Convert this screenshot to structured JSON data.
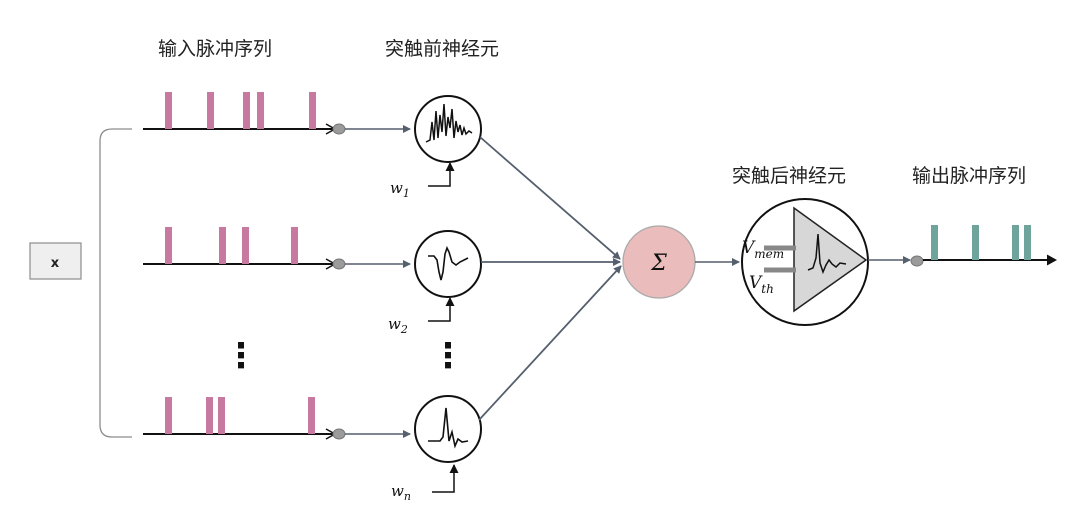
{
  "labels": {
    "input_trains": "输入脉冲序列",
    "pre_neurons": "突触前神经元",
    "post_neuron": "突触后神经元",
    "output_train": "输出脉冲序列",
    "input_box": "x",
    "sum": "Σ",
    "v_mem_main": "V",
    "v_mem_sub": "mem",
    "v_th_main": "V",
    "v_th_sub": "th",
    "ellipsis": "⋮"
  },
  "weights": [
    {
      "main": "w",
      "sub": "1"
    },
    {
      "main": "w",
      "sub": "2"
    },
    {
      "main": "w",
      "sub": "n"
    }
  ],
  "colors": {
    "input_spike": "#c8799f",
    "output_spike": "#6fa49c",
    "sum_fill": "#eabcbc",
    "triangle_fill": "#d7d7d7",
    "connector": "#555f6e",
    "box_fill": "#efefef"
  },
  "icons": [
    "spike-train-trace-icon",
    "action-potential-icon",
    "sharp-spike-icon",
    "membrane-trace-icon"
  ]
}
